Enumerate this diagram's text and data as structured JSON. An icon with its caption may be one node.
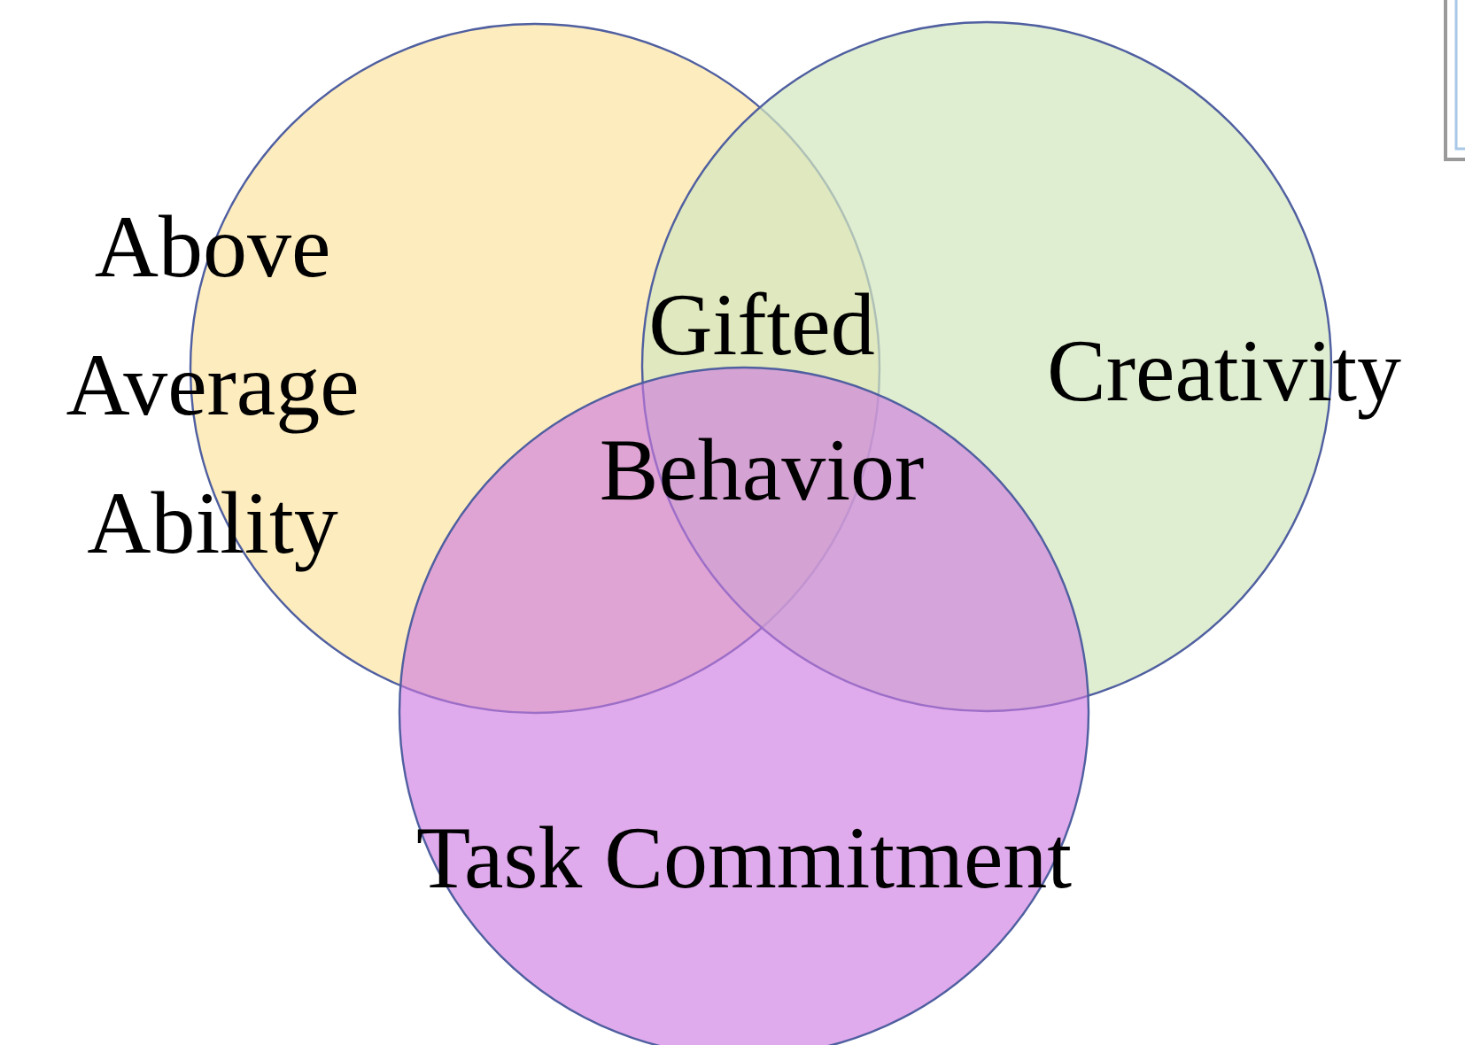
{
  "diagram": {
    "nodes": [
      {
        "text": [
          "Above Average Ability"
        ]
      },
      {
        "text": [
          "Creativity"
        ]
      },
      {
        "text": [
          "Task Commitment"
        ]
      }
    ],
    "labels": [
      "Gifted Behavior"
    ]
  }
}
